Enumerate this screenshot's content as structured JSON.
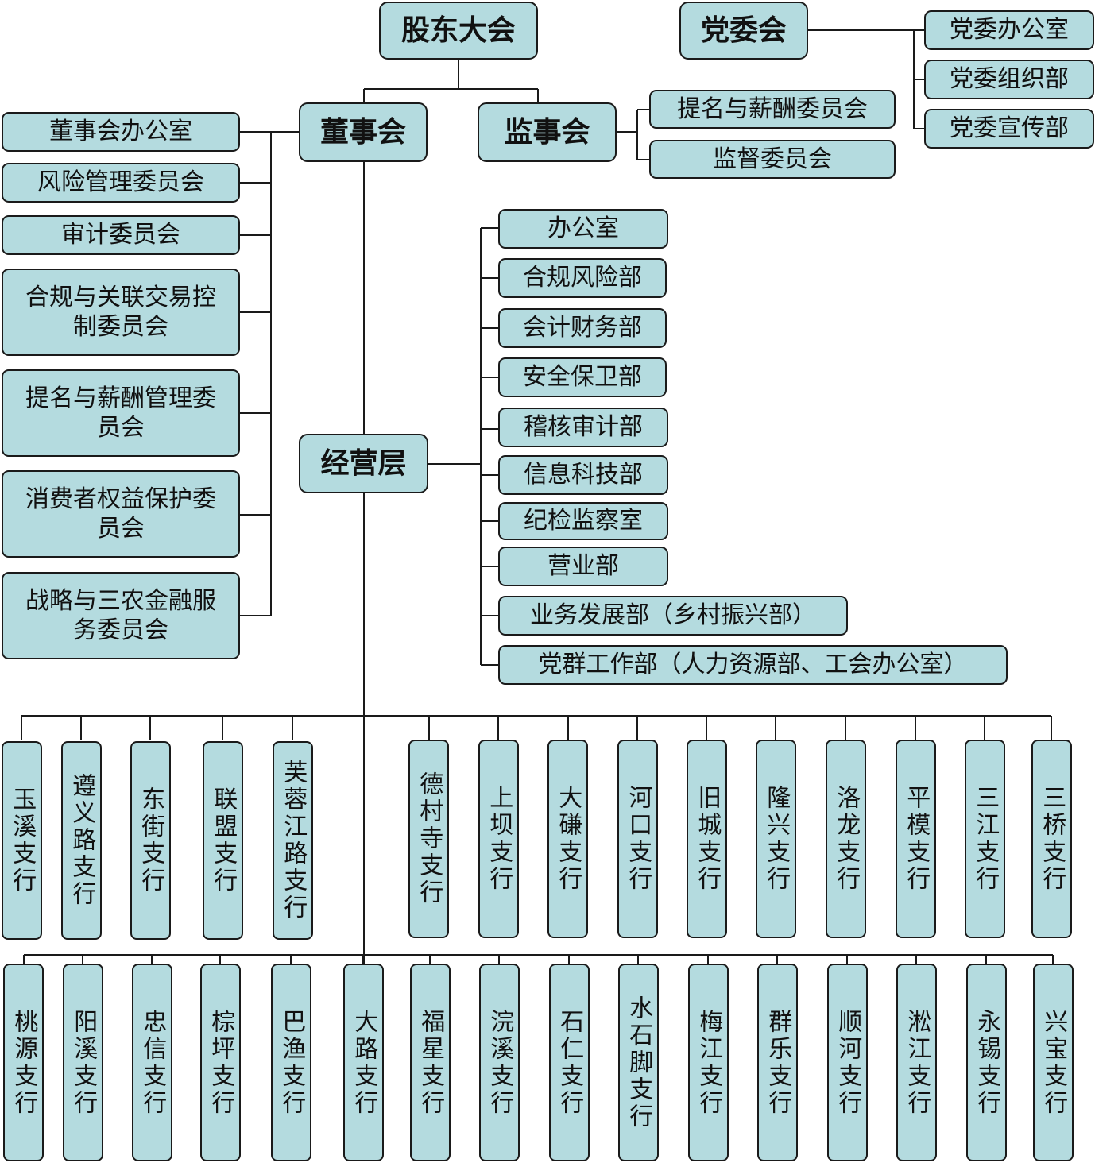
{
  "top": {
    "shareholders": "股东大会",
    "party_committee": "党委会",
    "board": "董事会",
    "supervisors": "监事会",
    "management": "经营层"
  },
  "party_units": [
    "党委办公室",
    "党委组织部",
    "党委宣传部"
  ],
  "supervisor_committees": [
    "提名与薪酬委员会",
    "监督委员会"
  ],
  "board_committees": [
    "董事会办公室",
    "风险管理委员会",
    "审计委员会",
    "合规与关联交易控制委员会",
    "提名与薪酬管理委员会",
    "消费者权益保护委员会",
    "战略与三农金融服务委员会"
  ],
  "departments": [
    "办公室",
    "合规风险部",
    "会计财务部",
    "安全保卫部",
    "稽核审计部",
    "信息科技部",
    "纪检监察室",
    "营业部",
    "业务发展部（乡村振兴部）",
    "党群工作部（人力资源部、工会办公室）"
  ],
  "branches_row1": [
    "玉溪支行",
    "遵义路支行",
    "东街支行",
    "联盟支行",
    "芙蓉江路支行",
    "德村寺支行",
    "上坝支行",
    "大磏支行",
    "河口支行",
    "旧城支行",
    "隆兴支行",
    "洛龙支行",
    "平模支行",
    "三江支行",
    "三桥支行"
  ],
  "branches_row2": [
    "桃源支行",
    "阳溪支行",
    "忠信支行",
    "棕坪支行",
    "巴渔支行",
    "大路支行",
    "福星支行",
    "浣溪支行",
    "石仁支行",
    "水石脚支行",
    "梅江支行",
    "群乐支行",
    "顺河支行",
    "淞江支行",
    "永锡支行",
    "兴宝支行"
  ],
  "colors": {
    "box_fill": "#b4dbdf",
    "border": "#1a1a1a",
    "line": "#1a1a1a"
  }
}
